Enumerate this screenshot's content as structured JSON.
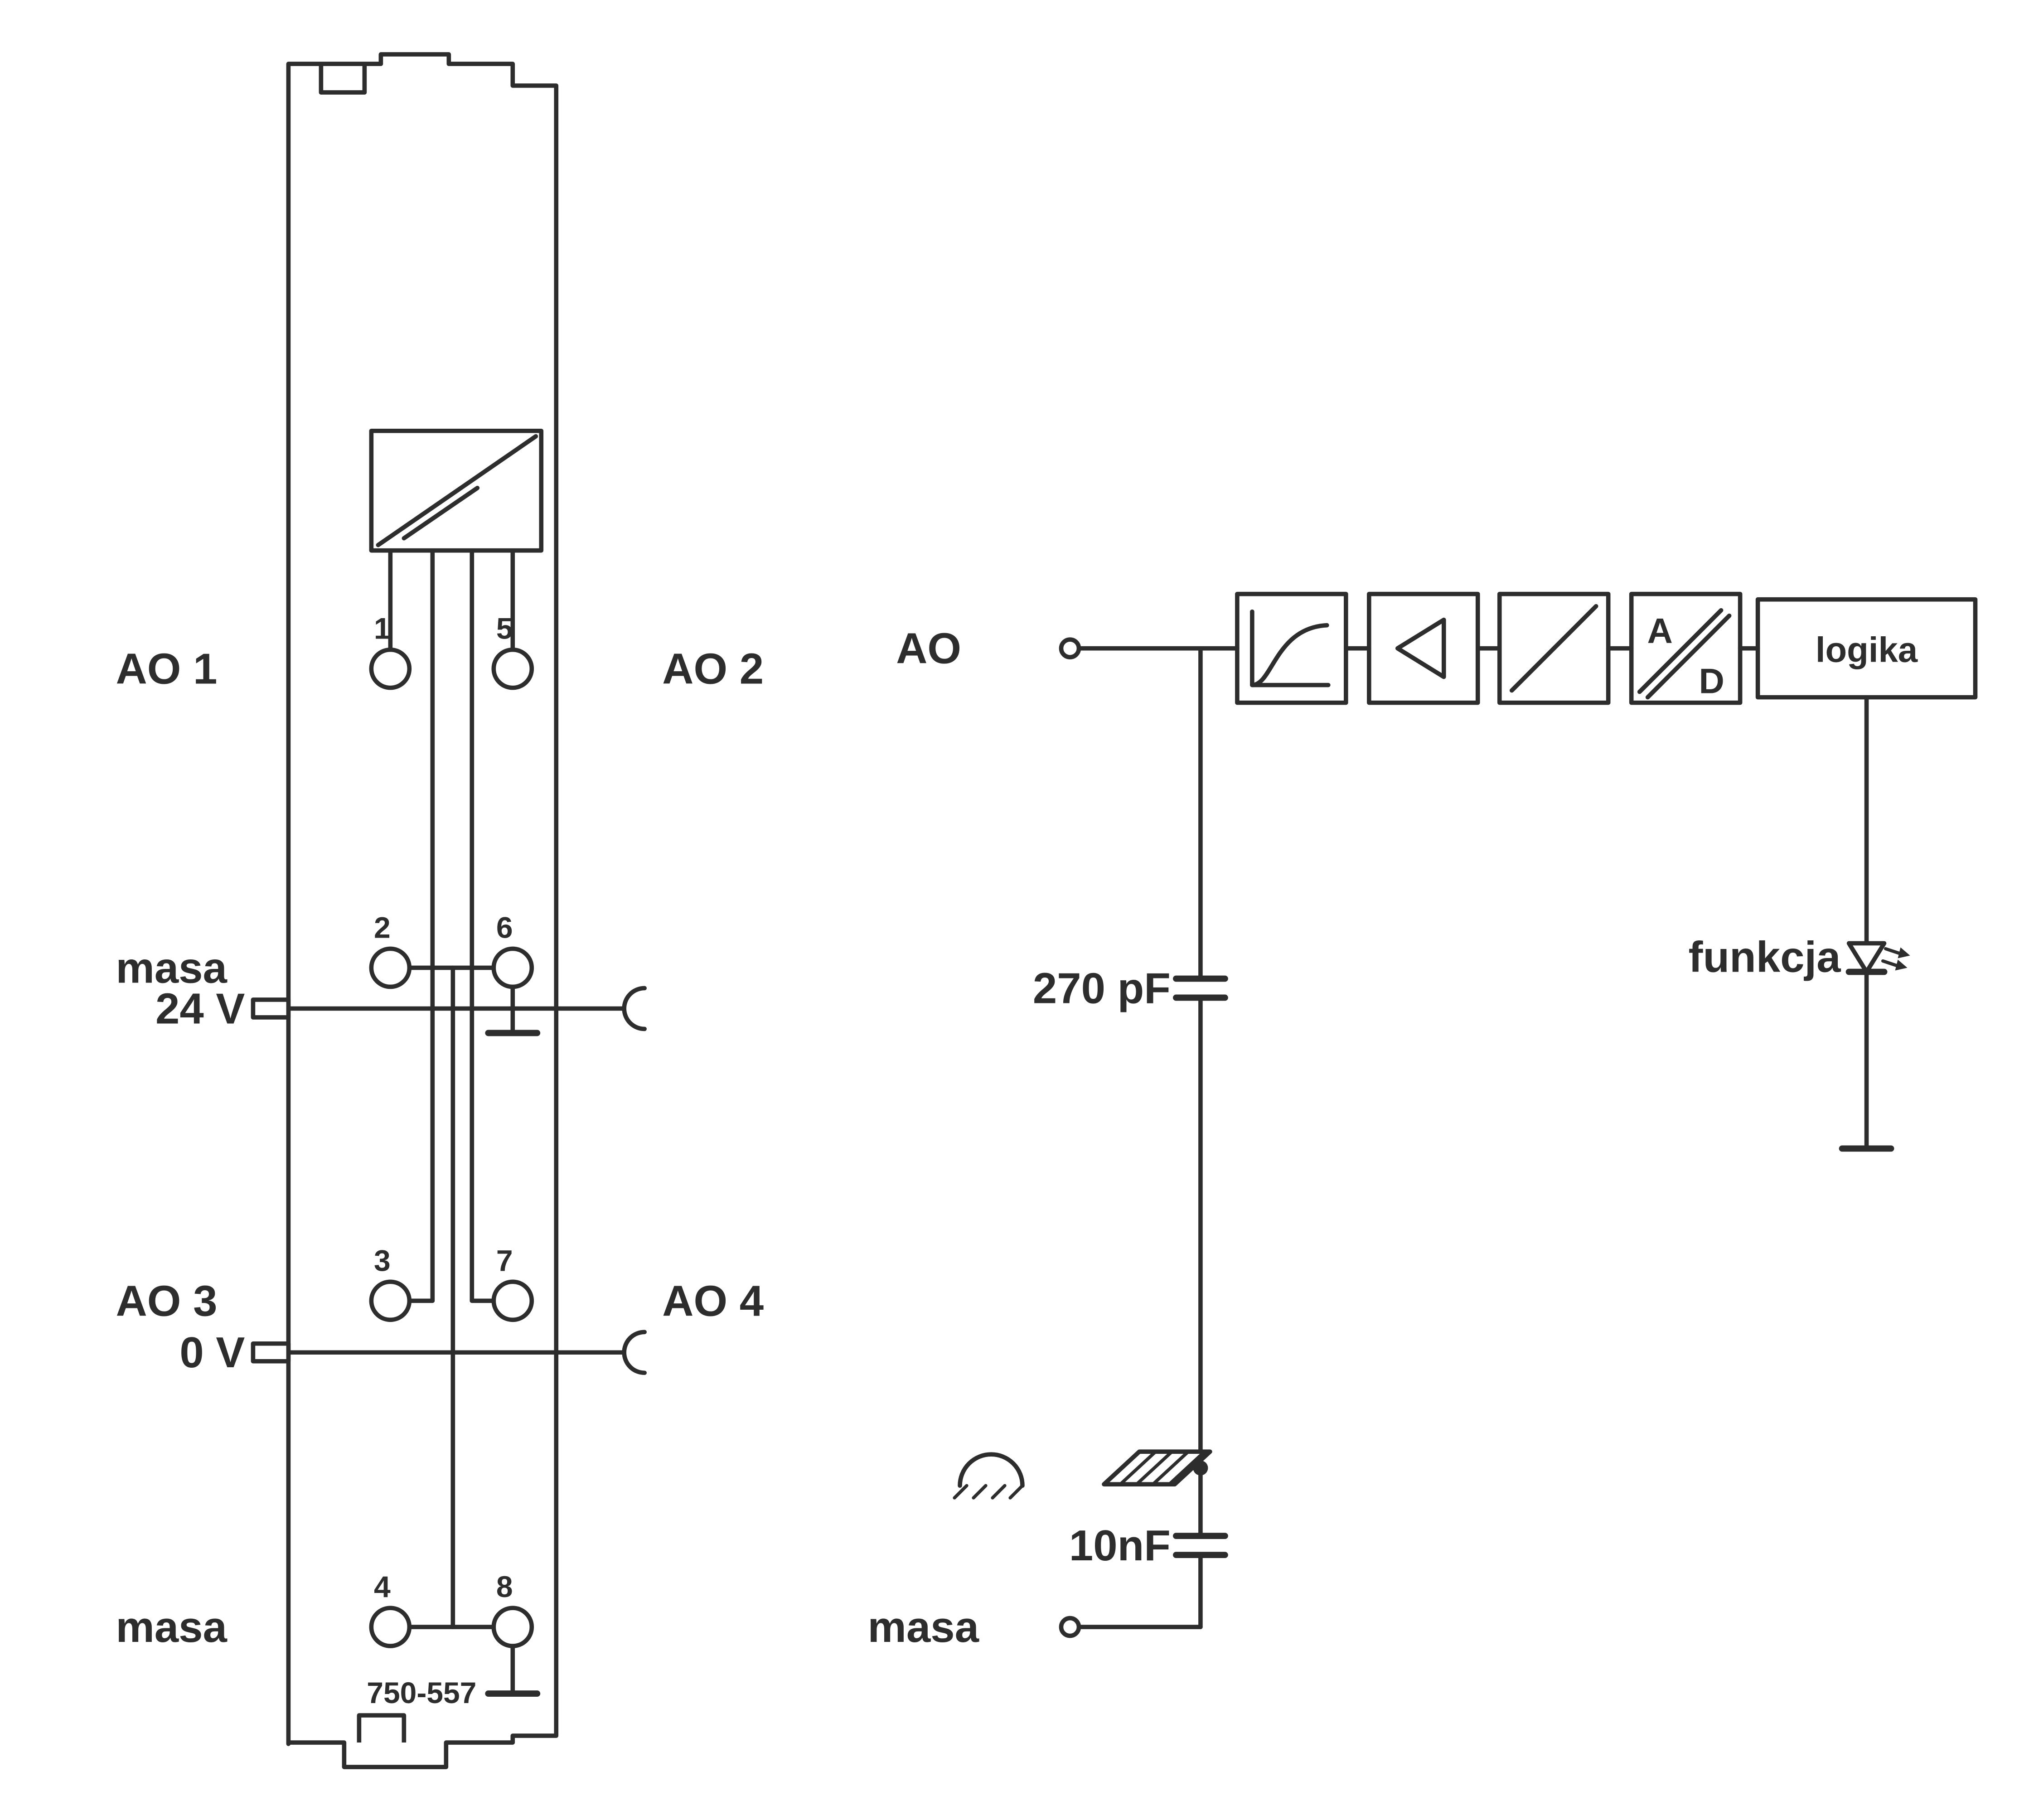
{
  "colors": {
    "stroke": "#2d2d2d",
    "background": "#ffffff"
  },
  "module": {
    "part_number": "750-557",
    "channel_labels": {
      "ao1": "AO 1",
      "ao2": "AO 2",
      "ao3": "AO 3",
      "ao4": "AO 4"
    },
    "ground_labels": {
      "top": "masa",
      "bottom": "masa"
    },
    "power_labels": {
      "v24": "24 V",
      "v0": "0 V"
    },
    "pin_numbers": {
      "p1": "1",
      "p2": "2",
      "p3": "3",
      "p4": "4",
      "p5": "5",
      "p6": "6",
      "p7": "7",
      "p8": "8"
    }
  },
  "chain": {
    "input_label": "AO",
    "ground_label": "masa",
    "cap1_label": "270 pF",
    "cap2_label": "10nF",
    "led_label": "funkcja",
    "logic_label": "logika",
    "ad_labels": {
      "a": "A",
      "d": "D"
    },
    "blocks": [
      "lowpass-filter",
      "amplifier",
      "galvanic-isolation",
      "ad-converter",
      "logic"
    ]
  }
}
